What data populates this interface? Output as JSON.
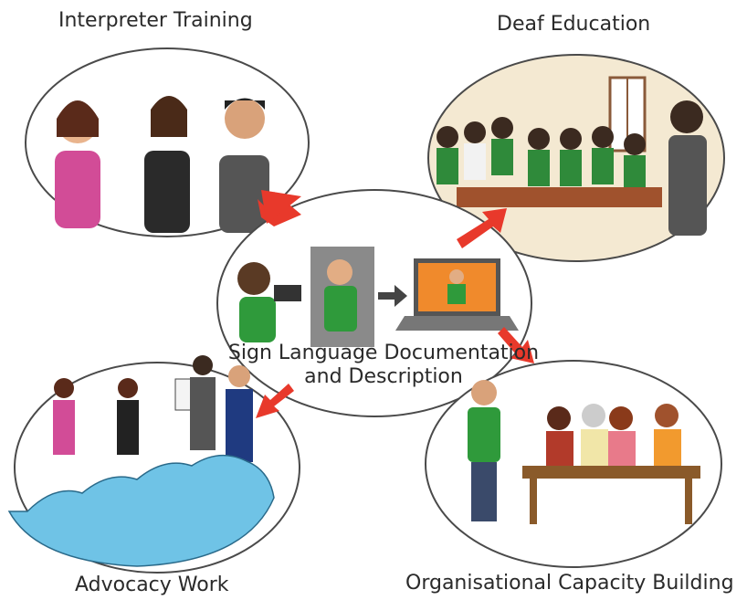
{
  "center": {
    "line1": "Sign Language Documentation",
    "line2": "and Description"
  },
  "labels": {
    "interpreter_training": "Interpreter Training",
    "deaf_education": "Deaf Education",
    "advocacy_work": "Advocacy Work",
    "org_capacity": "Organisational Capacity Building"
  },
  "colors": {
    "arrow": "#e8392b",
    "outline": "#4a4a4a",
    "crowd": "#6fc3e6",
    "green_shirt": "#2f9a3b"
  }
}
